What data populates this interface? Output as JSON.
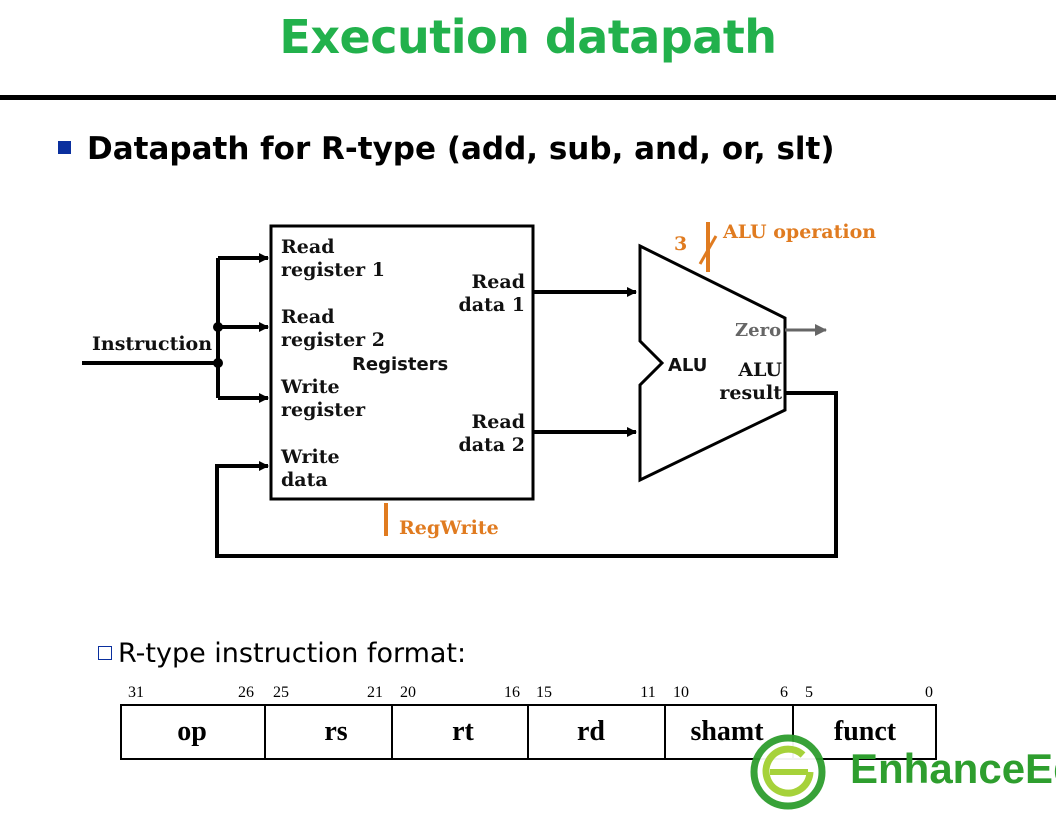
{
  "title": "Execution datapath",
  "bullet_main": "Datapath for R-type (add, sub, and, or, slt)",
  "bullet_sub": "R-type instruction format:",
  "diagram": {
    "instruction_label": "Instruction",
    "registers": {
      "title": "Registers",
      "read_register_1": [
        "Read",
        "register 1"
      ],
      "read_register_2": [
        "Read",
        "register 2"
      ],
      "write_register": [
        "Write",
        "register"
      ],
      "write_data": [
        "Write",
        "data"
      ],
      "read_data_1": [
        "Read",
        "data 1"
      ],
      "read_data_2": [
        "Read",
        "data 2"
      ]
    },
    "alu": {
      "label": "ALU",
      "zero": "Zero",
      "result": [
        "ALU",
        "result"
      ],
      "operation": "ALU operation",
      "operation_bits": "3"
    },
    "regwrite": "RegWrite",
    "colors": {
      "control": "#e07b20",
      "wire": "#000000",
      "zero_arrow": "#666666"
    }
  },
  "format": {
    "bit_labels": [
      "31",
      "26",
      "25",
      "21",
      "20",
      "16",
      "15",
      "11",
      "10",
      "6",
      "5",
      "0"
    ],
    "fields": [
      "op",
      "rs",
      "rt",
      "rd",
      "shamt",
      "funct"
    ]
  },
  "logo": {
    "text": "EnhanceEdu",
    "color": "#2e9e2e"
  }
}
